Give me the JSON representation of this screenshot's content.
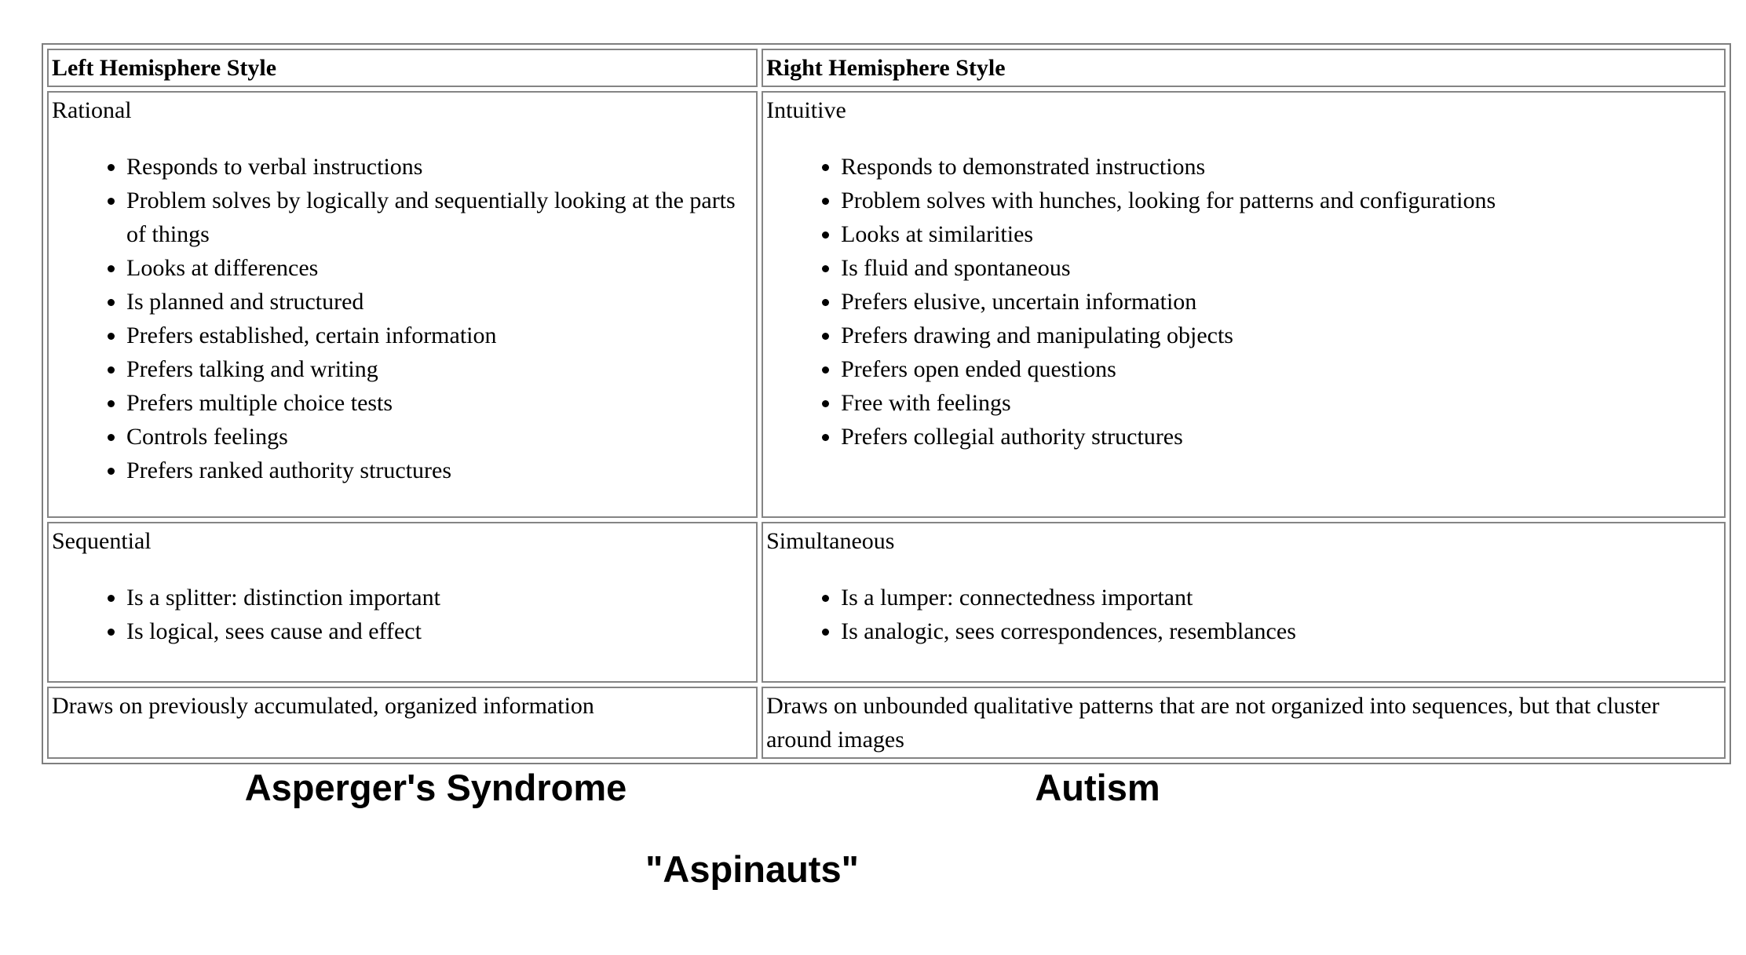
{
  "page": {
    "background_color": "#ffffff",
    "text_color": "#000000",
    "table_border_color": "#808080"
  },
  "table": {
    "headers": [
      {
        "label": "Left Hemisphere Style"
      },
      {
        "label": "Right Hemisphere Style"
      }
    ],
    "rows": [
      {
        "left": {
          "title": "Rational",
          "bullets": [
            "Responds to verbal instructions",
            "Problem solves by logically and sequentially looking at the parts of things",
            "Looks at differences",
            "Is planned and structured",
            "Prefers established, certain information",
            "Prefers talking and writing",
            "Prefers multiple choice tests",
            "Controls feelings",
            "Prefers ranked authority structures"
          ]
        },
        "right": {
          "title": "Intuitive",
          "bullets": [
            "Responds to demonstrated instructions",
            "Problem solves with hunches, looking for patterns and configurations",
            "Looks at similarities",
            "Is fluid and spontaneous",
            "Prefers elusive, uncertain information",
            "Prefers drawing and manipulating objects",
            "Prefers open ended questions",
            "Free with feelings",
            "Prefers collegial authority structures"
          ]
        }
      },
      {
        "left": {
          "title": "Sequential",
          "bullets": [
            "Is a splitter: distinction important",
            "Is logical, sees cause and effect"
          ]
        },
        "right": {
          "title": "Simultaneous",
          "bullets": [
            "Is a lumper: connectedness important",
            "Is analogic, sees correspondences, resemblances"
          ]
        }
      },
      {
        "left": {
          "text": "Draws on previously accumulated, organized information"
        },
        "right": {
          "text": "Draws on unbounded qualitative patterns that are not organized into sequences, but that cluster around images"
        }
      }
    ]
  },
  "captions": {
    "left": "Asperger's Syndrome",
    "right": "Autism",
    "center": "\"Aspinauts\""
  }
}
